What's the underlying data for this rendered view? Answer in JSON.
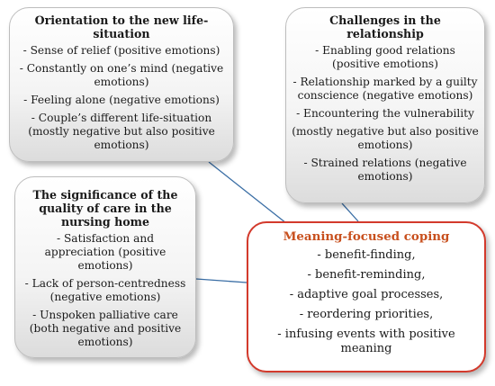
{
  "orientation": {
    "title": "Orientation to the new life-situation",
    "items": [
      "- Sense of relief (positive emotions)",
      "- Constantly on one’s mind (negative emotions)",
      "- Feeling alone (negative emotions)",
      "- Couple’s different life-situation (mostly negative but also positive emotions)"
    ]
  },
  "challenges": {
    "title": "Challenges in the relationship",
    "items": [
      "- Enabling good relations (positive emotions)",
      "- Relationship marked by a guilty conscience (negative emotions)",
      "- Encountering the vulnerability",
      "(mostly negative but also positive emotions)",
      "- Strained relations (negative emotions)"
    ]
  },
  "care": {
    "title": "The significance of the quality of care in the nursing home",
    "items": [
      "- Satisfaction and appreciation (positive emotions)",
      "- Lack of person-centredness (negative emotions)",
      "- Unspoken palliative care (both negative and positive emotions)"
    ]
  },
  "coping": {
    "title": "Meaning-focused coping",
    "items": [
      "- benefit-finding,",
      "- benefit-reminding,",
      "-  adaptive goal processes,",
      "- reordering priorities,",
      "- infusing events with positive meaning"
    ]
  },
  "colors": {
    "connector": "#3a6ea5",
    "coping_border": "#d33a2c",
    "coping_title": "#c8501e"
  }
}
